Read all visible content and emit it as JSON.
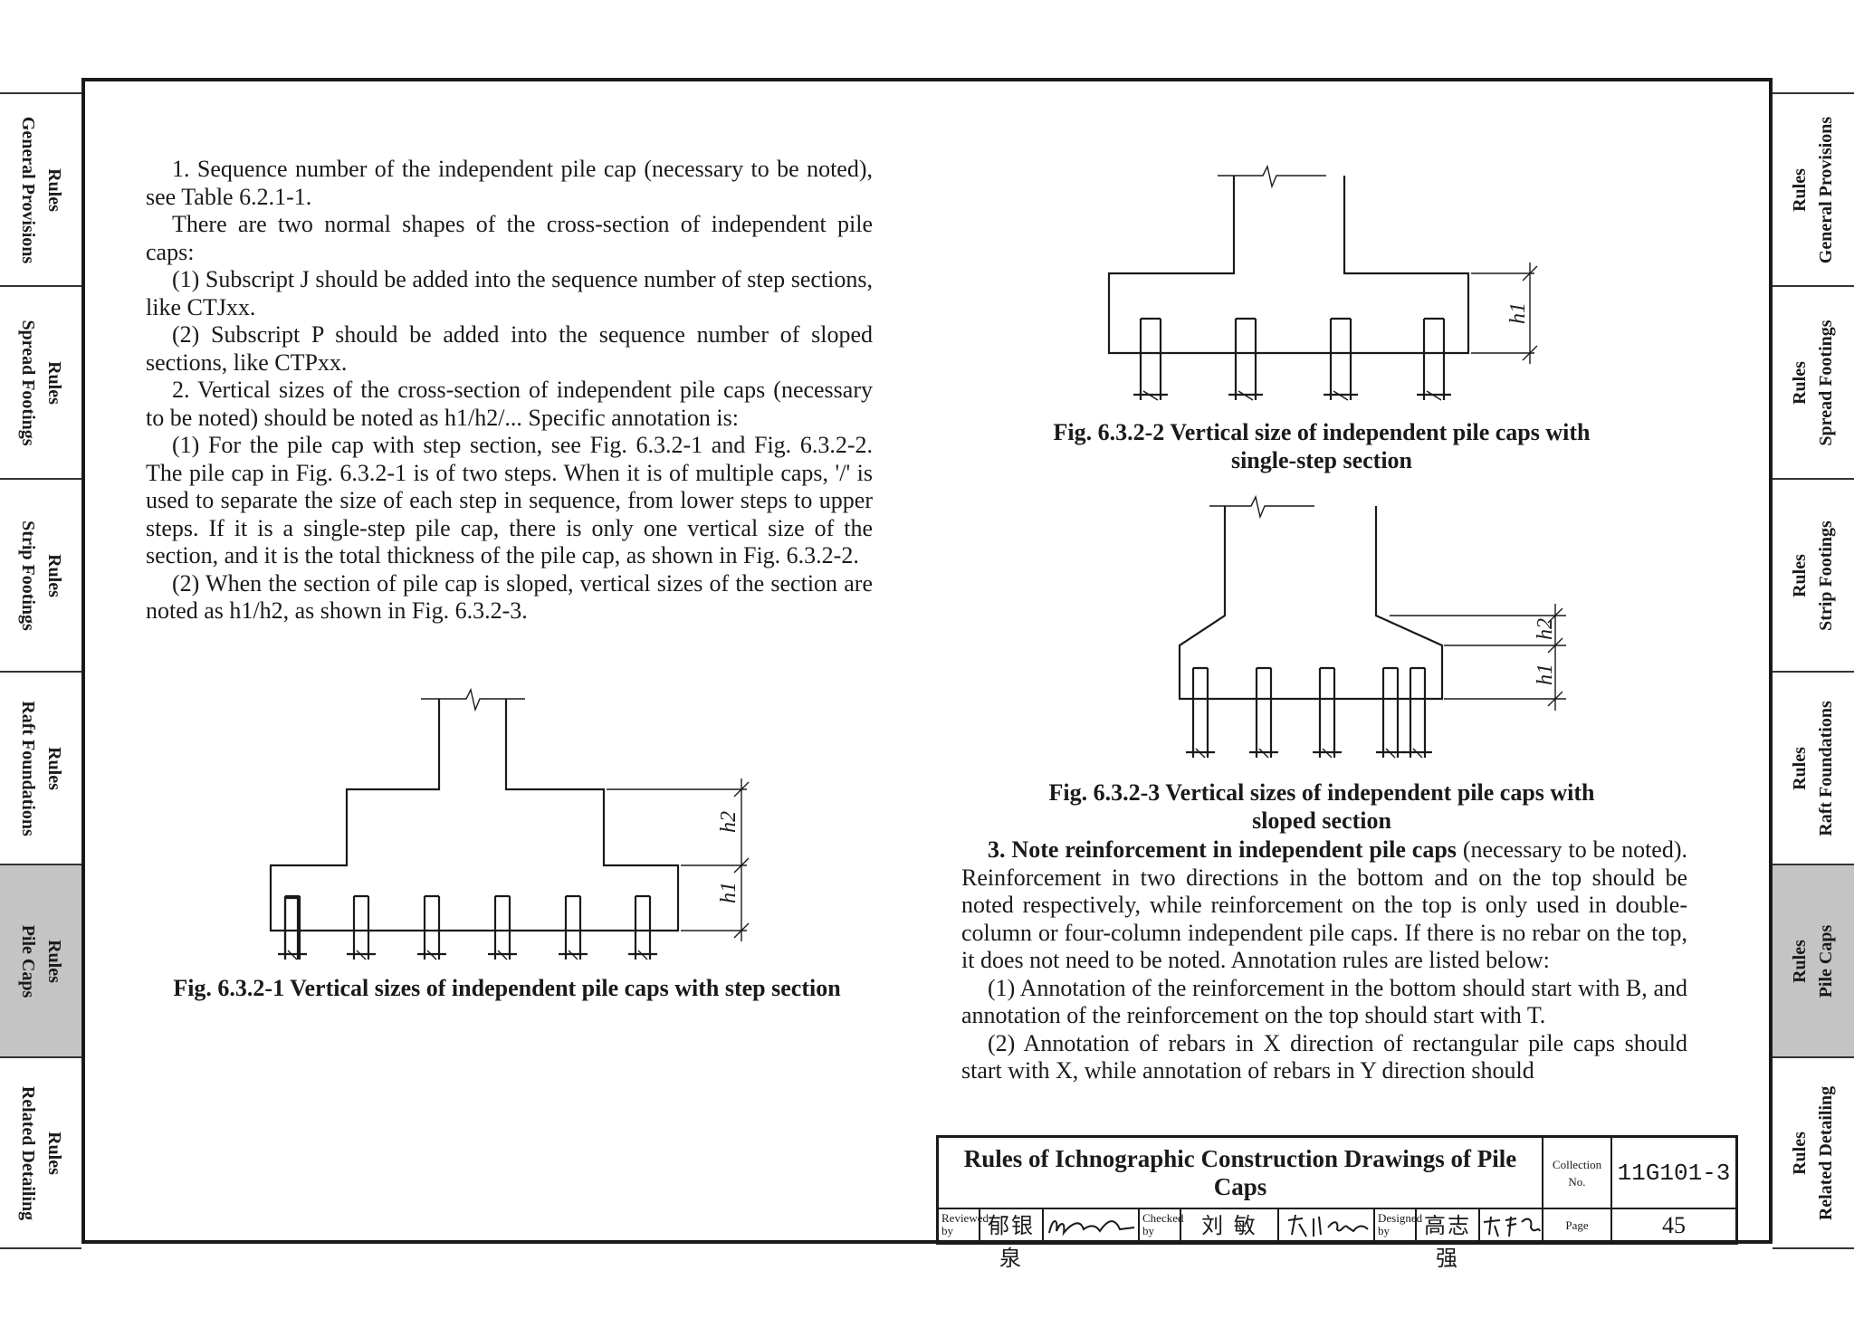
{
  "side_tabs": [
    {
      "line1": "Rules",
      "line2": "General Provisions"
    },
    {
      "line1": "Rules",
      "line2": "Spread Footings"
    },
    {
      "line1": "Rules",
      "line2": "Strip Footings"
    },
    {
      "line1": "Rules",
      "line2": "Raft Foundations"
    },
    {
      "line1": "Rules",
      "line2": "Pile Caps"
    },
    {
      "line1": "Rules",
      "line2": "Related Detailing"
    }
  ],
  "left_column": {
    "p1": "1. Sequence number of the independent pile cap (necessary to be noted), see Table 6.2.1-1.",
    "p2": "There are two normal shapes of the cross-section of independent pile caps:",
    "p3": "(1) Subscript J should be added into the sequence number of step sections, like CTJxx.",
    "p4": "(2) Subscript P should be added into the sequence number of sloped sections, like CTPxx.",
    "p5": "2. Vertical sizes of the cross-section of independent pile caps (necessary to be noted) should be noted as h1/h2/... Specific annotation is:",
    "p6": "(1) For the pile cap with step section, see Fig. 6.3.2-1 and Fig. 6.3.2-2. The pile cap in Fig. 6.3.2-1 is of two steps. When it is of multiple caps, '/' is used to separate the size of each step in sequence, from lower steps to upper steps. If it is a single-step pile cap, there is only one vertical size of the section, and it is the total thickness of the pile cap, as shown in Fig. 6.3.2-2.",
    "p7": "(2) When the section of pile cap is sloped, vertical sizes of the section are noted as h1/h2, as shown in Fig. 6.3.2-3."
  },
  "right_column": {
    "p1_bold": "3. Note reinforcement in independent pile caps",
    "p1_rest": " (necessary to be noted). Reinforcement in two directions in the bottom and on the top should be noted respectively, while reinforcement on the top is only used in double-column or four-column independent pile caps. If there is no rebar on the top, it does not need to be noted. Annotation rules are listed below:",
    "p2": "(1) Annotation of the reinforcement in the bottom should start with B, and annotation of the reinforcement on the top should start with T.",
    "p3": "(2) Annotation of rebars in X direction of rectangular pile caps should start with X, while annotation of rebars in Y direction should"
  },
  "figures": {
    "fig1_caption": "Fig. 6.3.2-1 Vertical sizes of independent pile caps with step section",
    "fig2_caption": "Fig. 6.3.2-2 Vertical size of independent pile caps with single-step section",
    "fig3_caption": "Fig. 6.3.2-3 Vertical sizes of independent pile caps with sloped section",
    "label_h1": "h1",
    "label_h2": "h2"
  },
  "title_block": {
    "title": "Rules of Ichnographic Construction Drawings of Pile Caps",
    "collection_label": "Collection No.",
    "collection_no": "11G101-3",
    "reviewed_label": "Reviewed by",
    "reviewed_name": "郁银泉",
    "checked_label": "Checked by",
    "checked_name": "刘  敏",
    "designed_label": "Designed by",
    "designed_name": "高志强",
    "page_label": "Page",
    "page_no": "45"
  }
}
